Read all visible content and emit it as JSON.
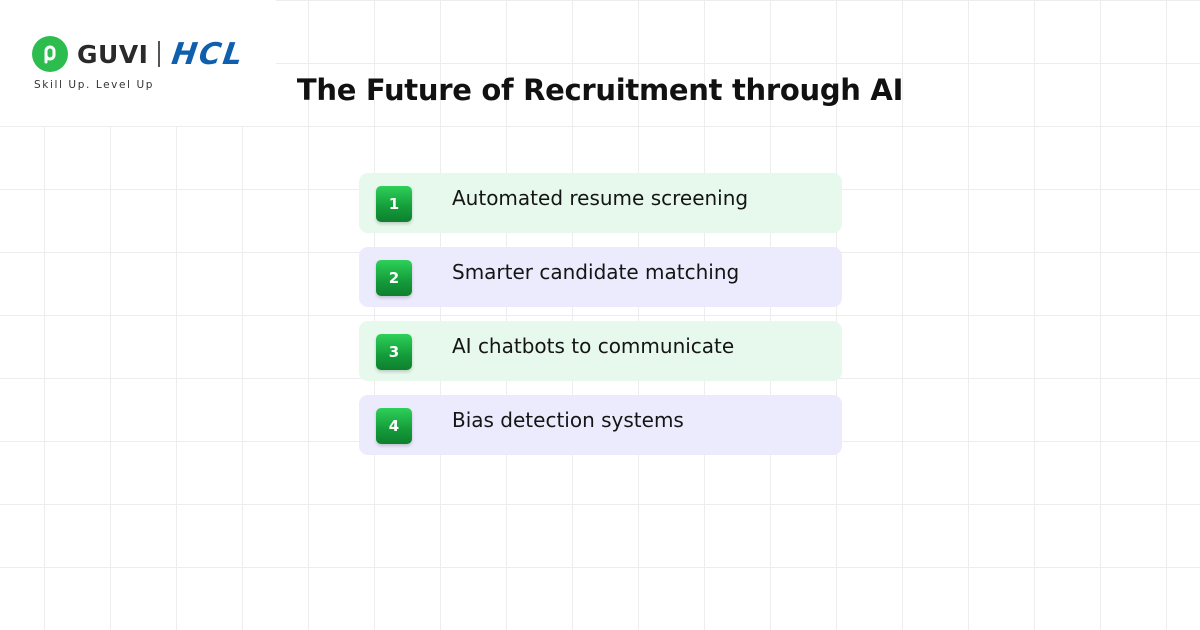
{
  "brand": {
    "guvi_name": "GUVI",
    "partner_name": "HCL",
    "tagline": "Skill Up. Level Up"
  },
  "title": "The Future of Recruitment through AI",
  "items": [
    {
      "number": "1",
      "label": "Automated resume screening"
    },
    {
      "number": "2",
      "label": "Smarter candidate matching"
    },
    {
      "number": "3",
      "label": "AI chatbots to communicate"
    },
    {
      "number": "4",
      "label": "Bias detection systems"
    }
  ],
  "colors": {
    "guvi_green": "#2dbd4e",
    "hcl_blue": "#0f5fae",
    "item_green_bg": "#e6f9ec",
    "item_purple_bg": "#ecebfd",
    "badge_green": "#149b3a"
  },
  "icons": {
    "guvi_logo": "guvi-logo-icon"
  }
}
